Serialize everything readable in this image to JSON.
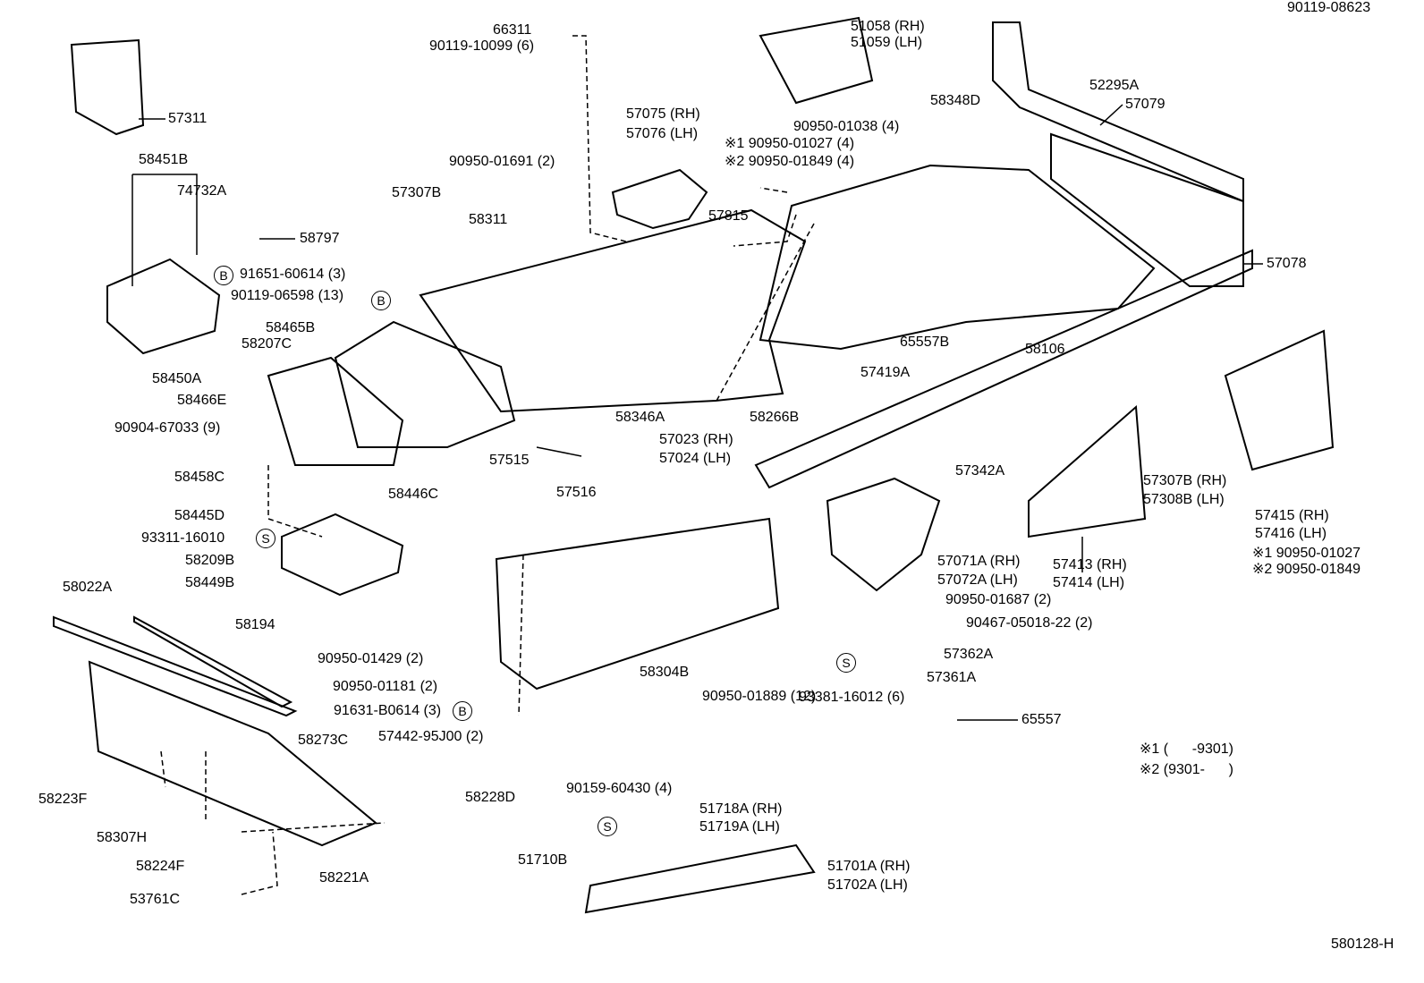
{
  "diagram_id": "580128-H",
  "labels": [
    "66311",
    "90119-10099 (6)",
    "51058 (RH)",
    "51059 (LH)",
    "90119-08623",
    "52295A",
    "57311",
    "57075 (RH)",
    "57076 (LH)",
    "58348D",
    "57079",
    "90950-01038 (4)",
    "※1 90950-01027 (4)",
    "※2 90950-01849 (4)",
    "58451B",
    "74732A",
    "90950-01691 (2)",
    "57307B",
    "58311",
    "57815",
    "58797",
    "91651-60614 (3)",
    "90119-06598 (13)",
    "57078",
    "58465B",
    "58207C",
    "65557B",
    "58106",
    "58450A",
    "57419A",
    "58466E",
    "90904-67033 (9)",
    "58346A",
    "58266B",
    "57023 (RH)",
    "57024 (LH)",
    "57515",
    "57342A",
    "57307B (RH)",
    "57308B (LH)",
    "58458C",
    "58446C",
    "57516",
    "58445D",
    "93311-16010",
    "57415 (RH)",
    "57416 (LH)",
    "※1 90950-01027",
    "※2 90950-01849",
    "58209B",
    "57071A (RH)",
    "57072A (LH)",
    "57413 (RH)",
    "57414 (LH)",
    "58449B",
    "58022A",
    "90950-01687 (2)",
    "58194",
    "90467-05018-22 (2)",
    "90950-01429 (2)",
    "57362A",
    "58304B",
    "57361A",
    "90950-01181 (2)",
    "90950-01889 (12)",
    "93381-16012 (6)",
    "91631-B0614 (3)",
    "65557",
    "57442-95J00 (2)",
    "58273C",
    "※1 (      -9301)",
    "※2 (9301-      )",
    "58223F",
    "58228D",
    "90159-60430 (4)",
    "51718A (RH)",
    "51719A (LH)",
    "58307H",
    "58224F",
    "51710B",
    "51701A (RH)",
    "51702A (LH)",
    "58221A",
    "53761C"
  ],
  "markers": [
    "B",
    "B",
    "S",
    "S",
    "B",
    "S"
  ],
  "colors": {
    "line": "#000000",
    "background": "#ffffff"
  }
}
